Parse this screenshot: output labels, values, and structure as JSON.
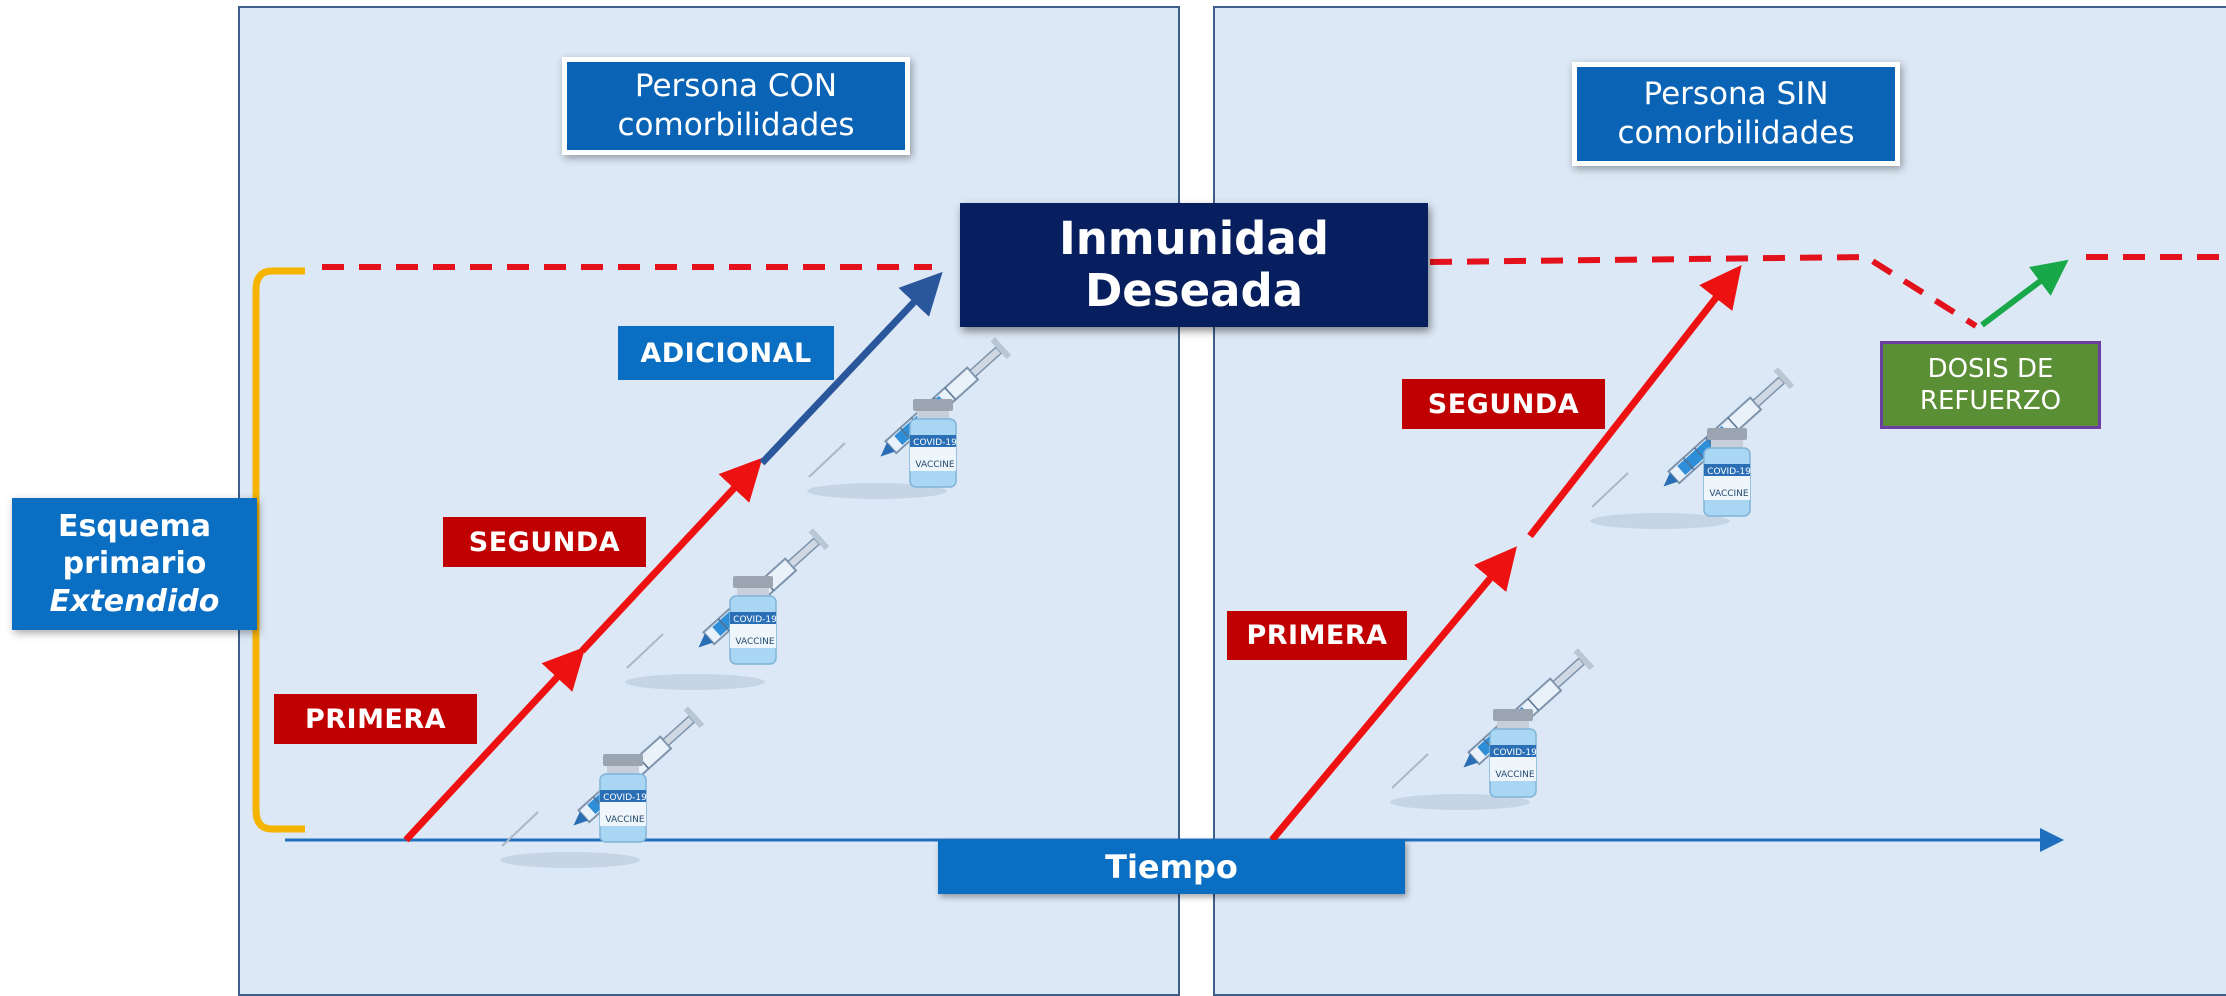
{
  "panels": {
    "left_title": "Persona CON comorbilidades",
    "right_title": "Persona SIN comorbilidades"
  },
  "immunity_label_line1": "Inmunidad",
  "immunity_label_line2": "Deseada",
  "time_axis_label": "Tiempo",
  "scheme_label": {
    "line1": "Esquema",
    "line2": "primario",
    "line3": "Extendido"
  },
  "left_doses": {
    "first": "PRIMERA",
    "second": "SEGUNDA",
    "additional": "ADICIONAL"
  },
  "right_doses": {
    "first": "PRIMERA",
    "second": "SEGUNDA",
    "booster_line1": "DOSIS DE",
    "booster_line2": "REFUERZO"
  },
  "vaccine_vial": {
    "line1": "COVID-19",
    "line2": "VACCINE"
  },
  "colors": {
    "panel_bg": "#dce8f5",
    "dose_red": "#c00000",
    "dose_blue": "#0a6fc2",
    "immunity_navy": "#071f5e",
    "booster_green": "#5a8f35",
    "arrow_red": "#ee1111",
    "arrow_blue": "#2a579c",
    "arrow_green": "#18a84a",
    "bracket": "#f5b400"
  },
  "icons": [
    "syringe-icon",
    "vaccine-vial-icon"
  ]
}
